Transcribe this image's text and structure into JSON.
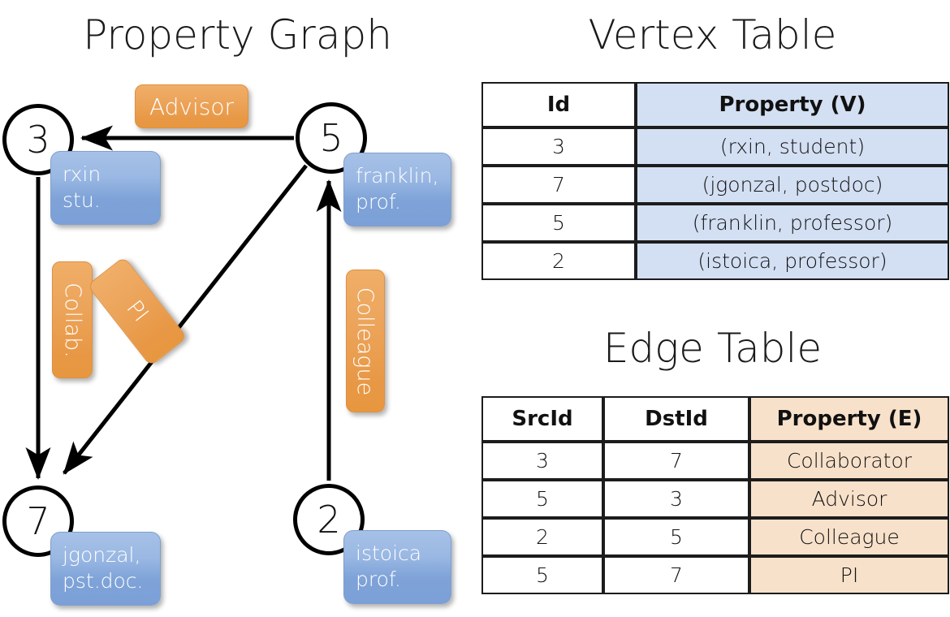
{
  "graph_panel": {
    "title": "Property Graph",
    "nodes": [
      {
        "id": "3",
        "property": "rxin\nstu."
      },
      {
        "id": "5",
        "property": "franklin,\nprof."
      },
      {
        "id": "7",
        "property": "jgonzal,\npst.doc."
      },
      {
        "id": "2",
        "property": "istoica\nprof."
      }
    ],
    "edge_labels": [
      {
        "name": "advisor",
        "text": "Advisor"
      },
      {
        "name": "collab",
        "text": "Collab."
      },
      {
        "name": "pi",
        "text": "PI"
      },
      {
        "name": "colleague",
        "text": "Colleague"
      }
    ]
  },
  "vertex_table": {
    "title": "Vertex Table",
    "headers": [
      "Id",
      "Property (V)"
    ],
    "rows": [
      {
        "id": "3",
        "property": "(rxin, student)"
      },
      {
        "id": "7",
        "property": "(jgonzal, postdoc)"
      },
      {
        "id": "5",
        "property": "(franklin, professor)"
      },
      {
        "id": "2",
        "property": "(istoica, professor)"
      }
    ]
  },
  "edge_table": {
    "title": "Edge Table",
    "headers": [
      "SrcId",
      "DstId",
      "Property (E)"
    ],
    "rows": [
      {
        "src": "3",
        "dst": "7",
        "property": "Collaborator"
      },
      {
        "src": "5",
        "dst": "3",
        "property": "Advisor"
      },
      {
        "src": "2",
        "dst": "5",
        "property": "Colleague"
      },
      {
        "src": "5",
        "dst": "7",
        "property": "PI"
      }
    ]
  },
  "colors": {
    "vertex_box": "#9ab8e3",
    "edge_box": "#eca45a",
    "vertex_table_cell": "#d3dff2",
    "edge_table_cell": "#f8e1ca",
    "stroke": "#000000",
    "background": "#ffffff"
  }
}
